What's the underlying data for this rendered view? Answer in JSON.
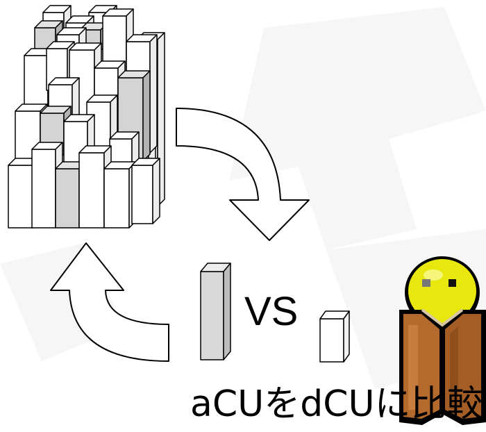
{
  "vs_label": "VS",
  "caption": "aCUをdCUに比較",
  "colors": {
    "background": "#ffffff",
    "watermark": "#f7f7f7",
    "box_white": "#ffffff",
    "box_grey": "#d4d4d4",
    "outline": "#000000",
    "smiley_yellow": "#eaea10",
    "book_brown": "#b36a2e"
  },
  "icons": [
    "box-cluster",
    "curved-arrow-down",
    "curved-arrow-up",
    "grey-cu-box",
    "white-cu-box",
    "reading-smiley-icon"
  ]
}
